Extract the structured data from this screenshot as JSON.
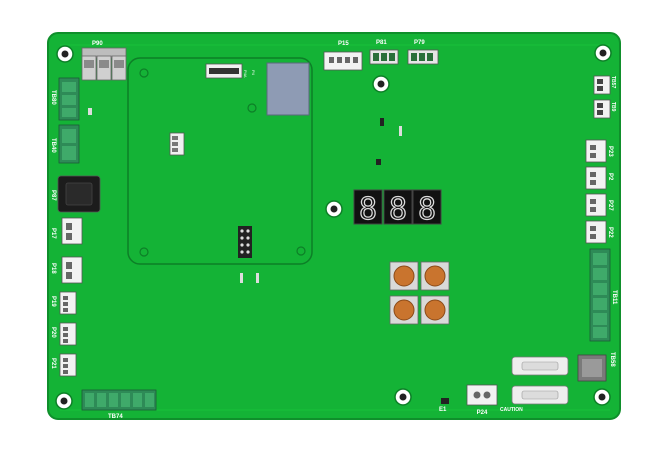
{
  "board": {
    "pcb_color": "#14b336",
    "silk_color": "#ffffff",
    "trace_color": "#0f8f2b"
  },
  "labels": {
    "p90": "P90",
    "p15": "P15",
    "p81": "P81",
    "p79": "P79",
    "p4a": "P4A",
    "p4": "P4",
    "tb80": "TB80",
    "tb40": "TB40",
    "p87": "P87",
    "p17": "P17",
    "p18": "P18",
    "p19": "P19",
    "p20": "P20",
    "p21": "P21",
    "tb74": "TB74",
    "tb57": "TB57",
    "tb9": "TB9",
    "p23": "P23",
    "p2": "P2",
    "p27": "P27",
    "p22": "P22",
    "tb11": "TB11",
    "tb58": "TB58",
    "p24": "P24",
    "e1": "E1",
    "caution": "CAUTION"
  },
  "display": {
    "digits": [
      "8",
      "8",
      "8"
    ]
  },
  "buttons": {
    "count": 4,
    "color": "#c9742e"
  }
}
